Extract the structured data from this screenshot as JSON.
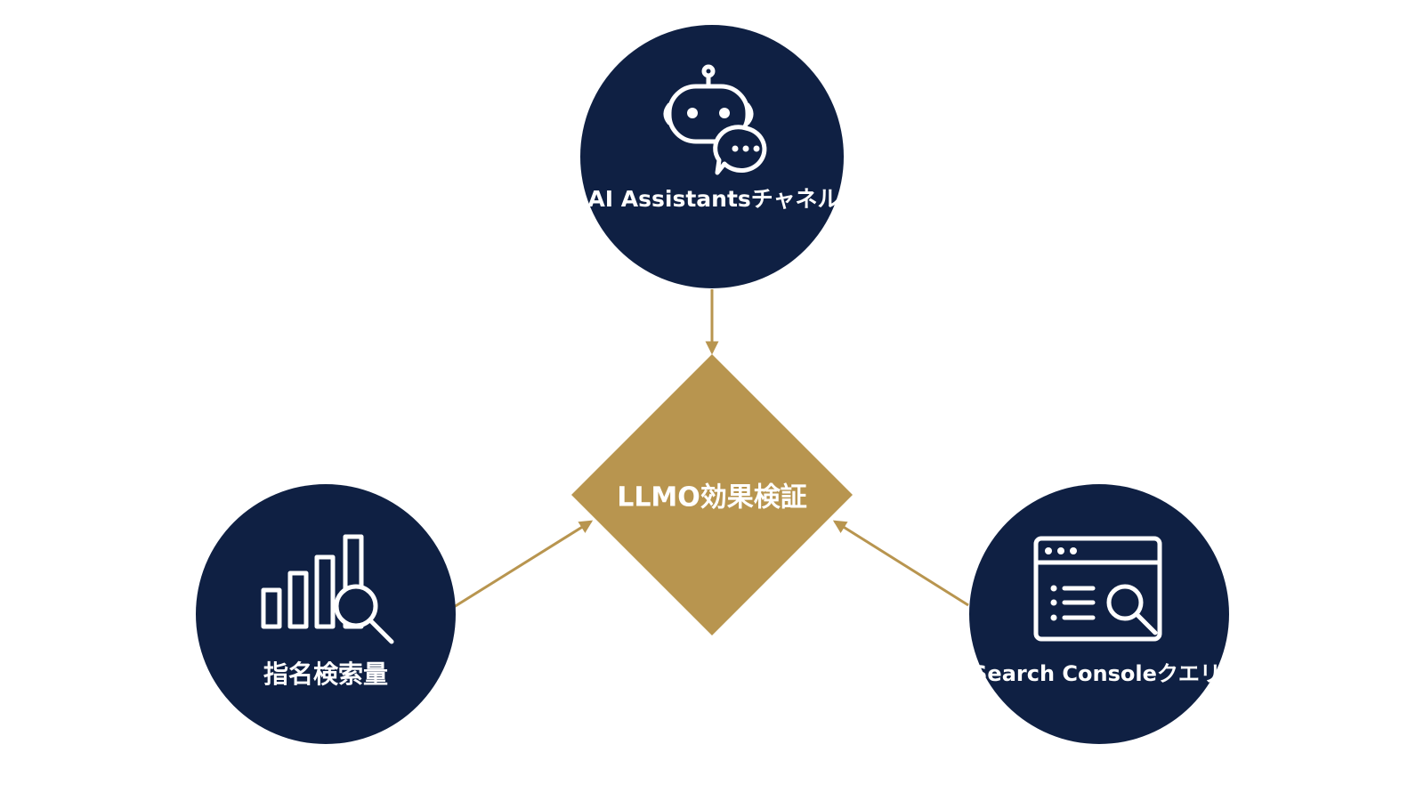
{
  "diagram": {
    "center": {
      "label": "LLMO効果検証",
      "shape": "diamond"
    },
    "nodes": [
      {
        "id": "ai",
        "label": "AI Assistantsチャネル",
        "icon": "robot-chat-icon"
      },
      {
        "id": "branded",
        "label": "指名検索量",
        "icon": "bar-chart-search-icon"
      },
      {
        "id": "gsc",
        "label": "Search Consoleクエリ",
        "icon": "browser-search-icon"
      }
    ],
    "edges": [
      {
        "from": "AI Assistantsチャネル",
        "to": "LLMO効果検証"
      },
      {
        "from": "指名検索量",
        "to": "LLMO効果検証"
      },
      {
        "from": "Search Consoleクエリ",
        "to": "LLMO効果検証"
      }
    ]
  },
  "colors": {
    "background": "#ffffff",
    "node_fill": "#0f2043",
    "center_fill": "#b8954f",
    "arrow": "#b8954f",
    "label_text": "#ffffff"
  }
}
